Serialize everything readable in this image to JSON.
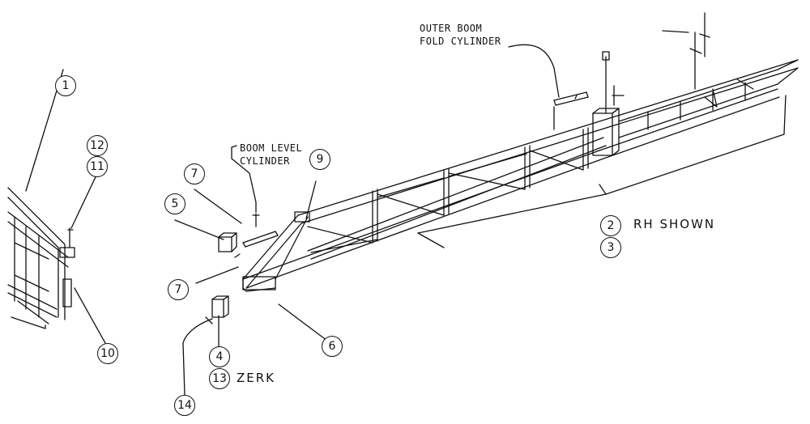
{
  "labels": {
    "outer_boom_line1": "OUTER BOOM",
    "outer_boom_line2": "FOLD CYLINDER",
    "boom_level_line1": "BOOM LEVEL",
    "boom_level_line2": "CYLINDER",
    "rh_shown": "RH  SHOWN",
    "zerk": "ZERK"
  },
  "callouts": {
    "c1": "1",
    "c2": "2",
    "c3": "3",
    "c4": "4",
    "c5": "5",
    "c6": "6",
    "c7a": "7",
    "c7b": "7",
    "c9": "9",
    "c10": "10",
    "c11": "11",
    "c12": "12",
    "c13": "13",
    "c14": "14"
  }
}
